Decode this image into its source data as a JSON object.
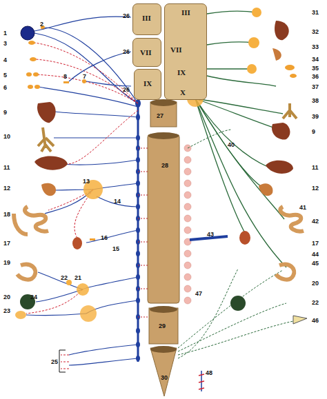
{
  "diagram": {
    "nodes": [
      {
        "text": [
          "III"
        ]
      },
      {
        "text": [
          "VII"
        ]
      },
      {
        "text": [
          "IX"
        ]
      },
      {
        "text": [
          "III",
          "VII",
          "IX",
          "X"
        ]
      }
    ],
    "labels": [
      "1",
      "2",
      "3",
      "4",
      "5",
      "6",
      "7",
      "8",
      "9",
      "10",
      "11",
      "12",
      "13",
      "14",
      "15",
      "16",
      "17",
      "18",
      "19",
      "20",
      "21",
      "22",
      "23",
      "24",
      "25",
      "26",
      "26",
      "26",
      "27",
      "28",
      "29",
      "30",
      "31",
      "32",
      "33",
      "34",
      "35",
      "36",
      "37",
      "38",
      "39",
      "9",
      "40",
      "11",
      "12",
      "41",
      "42",
      "43",
      "17",
      "44",
      "45",
      "20",
      "22",
      "46",
      "47",
      "48"
    ]
  }
}
